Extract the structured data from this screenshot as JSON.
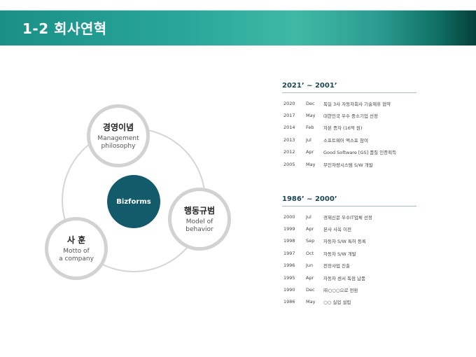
{
  "header": {
    "title": "1-2 회사연혁"
  },
  "diagram": {
    "center": "Bizforms",
    "nodes": [
      {
        "title": "경영이념",
        "subtitle": "Management\nphilosophy"
      },
      {
        "title": "행동규범",
        "subtitle": "Model of\nbehavior"
      },
      {
        "title": "사 훈",
        "subtitle": "Motto of\na company"
      }
    ]
  },
  "history": [
    {
      "range": "2021’ ~ 2001’",
      "entries": [
        {
          "year": "2020",
          "month": "Dec",
          "desc": "독일 3사 자동차회사 기술제휴 협약"
        },
        {
          "year": "2017",
          "month": "May",
          "desc": "대한민국 우수 중소기업 선정"
        },
        {
          "year": "2014",
          "month": "Feb",
          "desc": "자본 증자 (16억 원)"
        },
        {
          "year": "2013",
          "month": "Jul",
          "desc": "소프트웨어 엑스포 참여"
        },
        {
          "year": "2012",
          "month": "Apr",
          "desc": "Good Software [GS] 품질 인증획득"
        },
        {
          "year": "2005",
          "month": "May",
          "desc": "무인차량시스템 S/W 개발"
        }
      ]
    },
    {
      "range": "1986’ ~ 2000’",
      "entries": [
        {
          "year": "2000",
          "month": "Jul",
          "desc": "경제신문 우수IT업체 선정"
        },
        {
          "year": "1999",
          "month": "Apr",
          "desc": "본사 사옥 이전"
        },
        {
          "year": "1998",
          "month": "Sep",
          "desc": "자동차 S/W 특허 등록"
        },
        {
          "year": "1997",
          "month": "Oct",
          "desc": "자동차 S/W 개발"
        },
        {
          "year": "1996",
          "month": "Jun",
          "desc": "전장사업 진출"
        },
        {
          "year": "1995",
          "month": "Apr",
          "desc": "자동차 센서 독점 납품"
        },
        {
          "year": "1990",
          "month": "Dec",
          "desc": "㈜○○○으로 전환"
        },
        {
          "year": "1986",
          "month": "May",
          "desc": "○○ 실업 설립"
        }
      ]
    }
  ]
}
